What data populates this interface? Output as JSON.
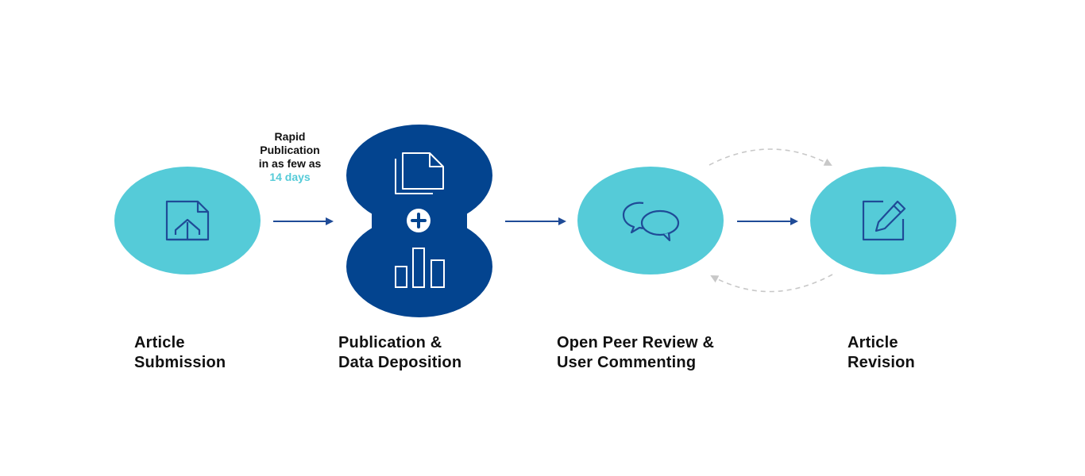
{
  "colors": {
    "teal": "#55cbd8",
    "navy": "#03448f",
    "icon_stroke": "#1f4b97",
    "arrow": "#1f4b97",
    "dashed": "#c8c8c8",
    "text": "#111111"
  },
  "rapid_note": {
    "line1": "Rapid",
    "line2": "Publication",
    "line3": "in as few as",
    "days": "14 days"
  },
  "stages": [
    {
      "line1": "Article",
      "line2": "Submission",
      "icon": "document-upload-icon"
    },
    {
      "line1": "Publication &",
      "line2": "Data Deposition",
      "icons": [
        "documents-icon",
        "plus-icon",
        "bar-chart-icon"
      ]
    },
    {
      "line1": "Open Peer Review &",
      "line2": "User Commenting",
      "icon": "chat-bubbles-icon"
    },
    {
      "line1": "Article",
      "line2": "Revision",
      "icon": "edit-document-icon"
    }
  ]
}
